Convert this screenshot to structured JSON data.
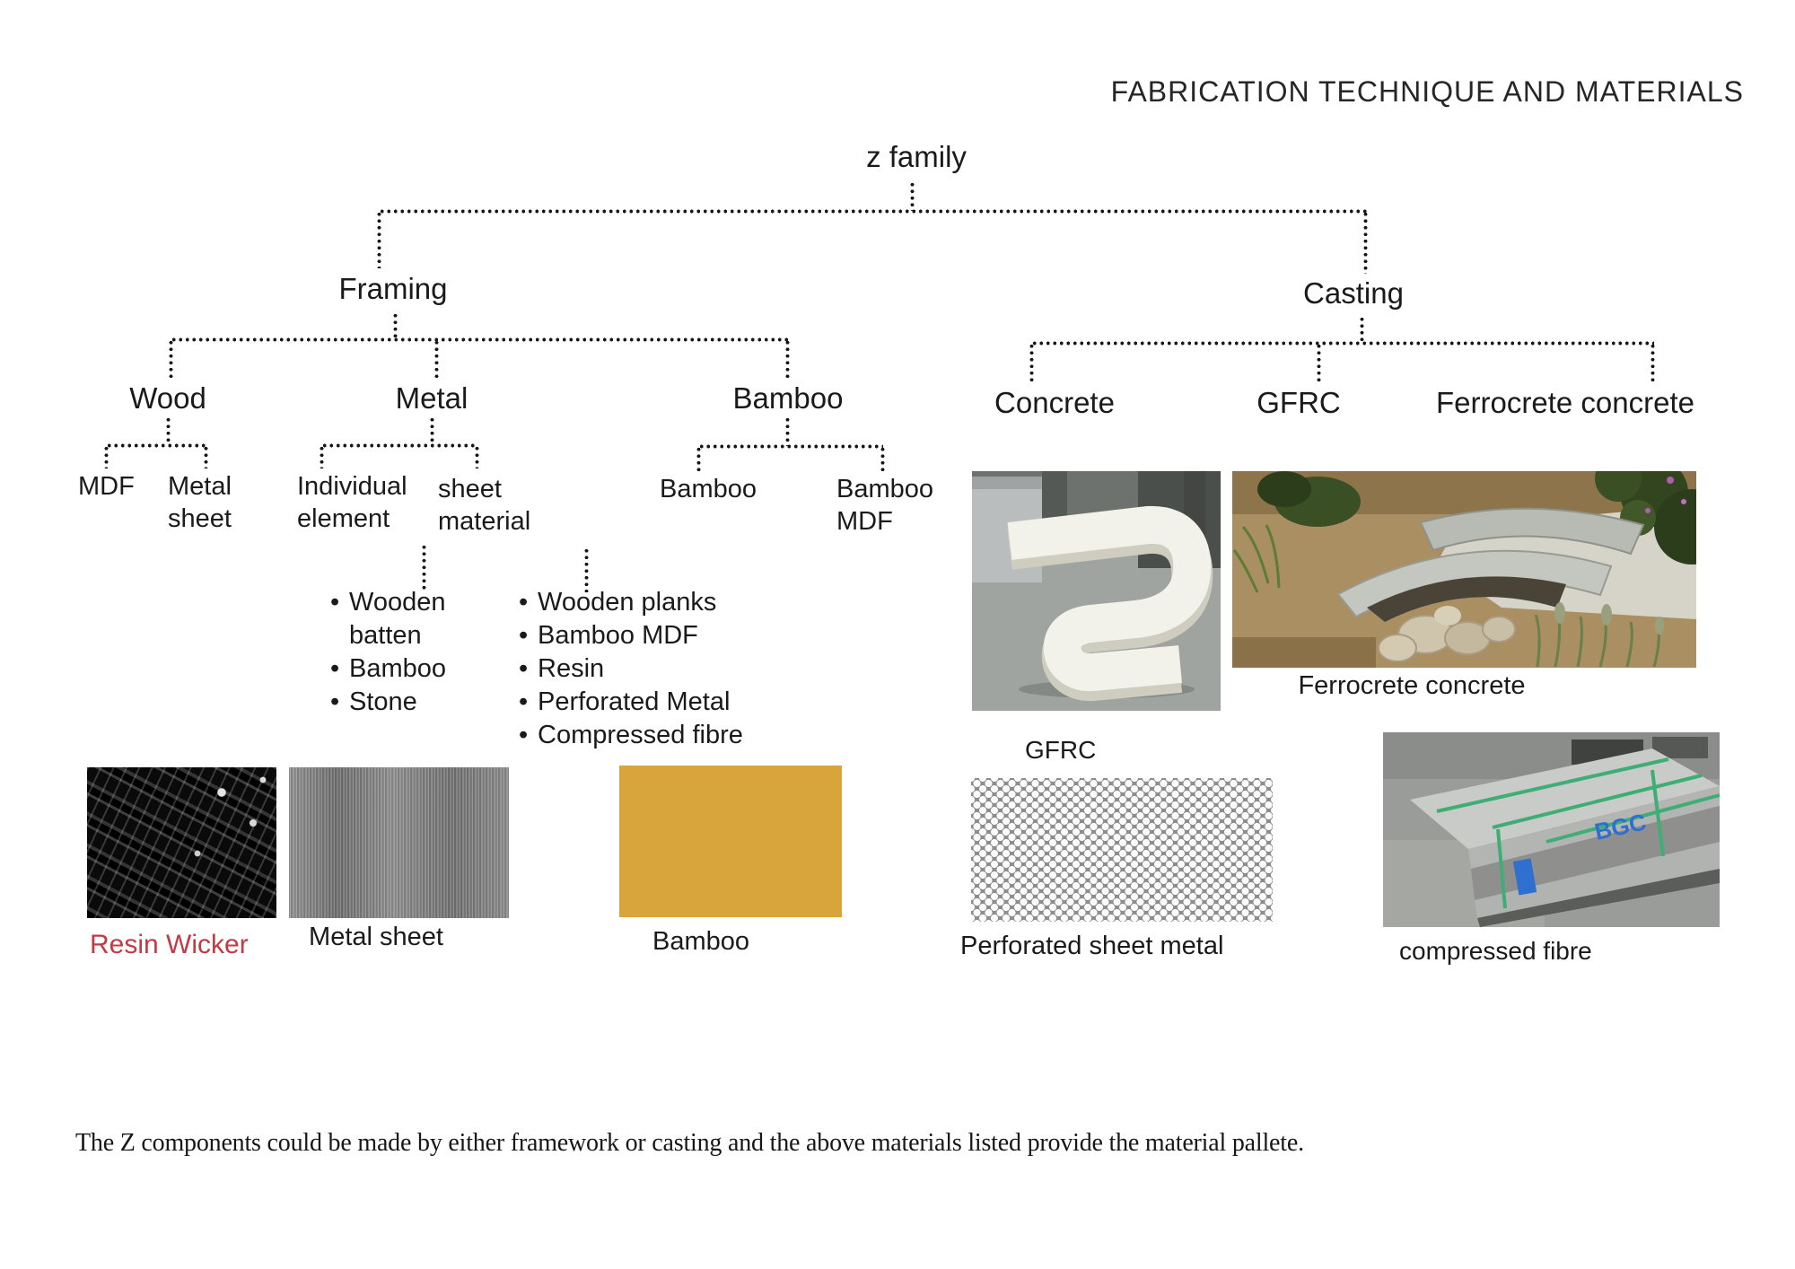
{
  "title": "FABRICATION TECHNIQUE AND MATERIALS",
  "tree": {
    "root": "z family",
    "children": [
      {
        "label": "Framing",
        "children": [
          {
            "label": "Wood",
            "children": [
              {
                "label": "MDF"
              },
              {
                "label": "Metal sheet"
              }
            ]
          },
          {
            "label": "Metal",
            "children": [
              {
                "label": "Individual element",
                "bullets": [
                  "Wooden batten",
                  "Bamboo",
                  "Stone"
                ]
              },
              {
                "label": "sheet material",
                "bullets": [
                  "Wooden planks",
                  "Bamboo MDF",
                  "Resin",
                  "Perforated Metal",
                  "Compressed fibre"
                ]
              }
            ]
          },
          {
            "label": "Bamboo",
            "children": [
              {
                "label": "Bamboo"
              },
              {
                "label": "Bamboo MDF"
              }
            ]
          }
        ]
      },
      {
        "label": "Casting",
        "children": [
          {
            "label": "Concrete"
          },
          {
            "label": "GFRC"
          },
          {
            "label": "Ferrocrete concrete"
          }
        ]
      }
    ]
  },
  "photos": {
    "resin_wicker": {
      "caption": "Resin Wicker"
    },
    "metal_sheet": {
      "caption": "Metal sheet"
    },
    "bamboo": {
      "caption": "Bamboo"
    },
    "gfrc": {
      "caption": "GFRC"
    },
    "ferrocrete": {
      "caption": "Ferrocrete concrete"
    },
    "perforated": {
      "caption": "Perforated sheet metal"
    },
    "compressed_fibre": {
      "caption": "compressed fibre",
      "overlay_text": "BGC"
    }
  },
  "footer": {
    "text": "The Z components could be made by either framework or casting and the above materials listed provide the material pallete."
  },
  "colors": {
    "resin_wicker_caption": "#c13b44",
    "diagram_text": "#1a1a1a",
    "strap_green": "#3fae74",
    "label_blue": "#2f6fd0"
  }
}
